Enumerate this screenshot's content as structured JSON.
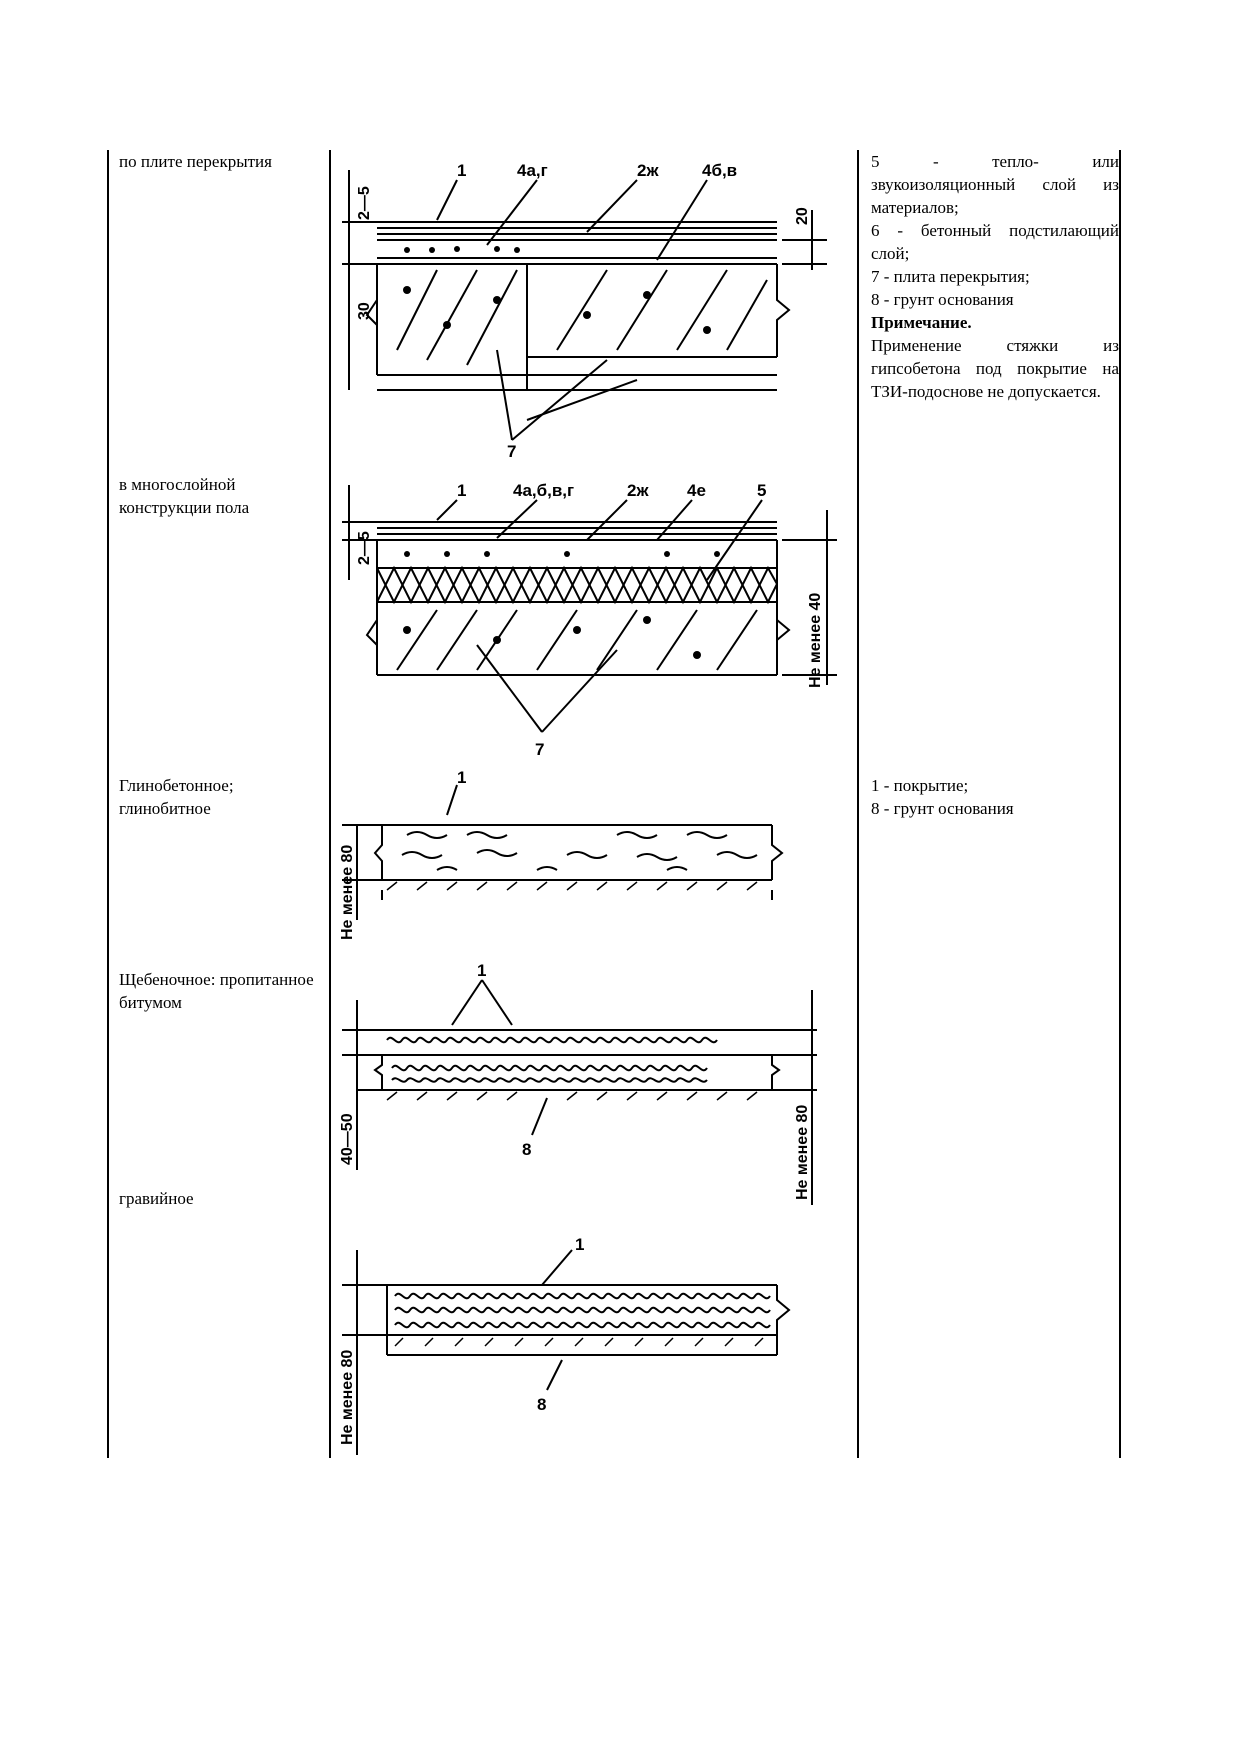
{
  "rows": [
    {
      "label": "по плите перекрытия",
      "description_lines": [
        "5 - тепло- или звукоизоляционный слой из материалов;",
        "6 - бетонный подстилающий слой;",
        "7 - плита перекрытия;",
        "8 - грунт основания"
      ],
      "note_title": "Примечание.",
      "note_text": "Применение стяжки из гипсобетона под покрытие на ТЗИ-подоснове не допускается.",
      "drawing": {
        "labels": [
          "1",
          "4а,г",
          "2ж",
          "4б,в",
          "7"
        ],
        "dims": [
          "2—5",
          "30",
          "20"
        ]
      }
    },
    {
      "label": "в многослойной конструкции пола",
      "drawing": {
        "labels": [
          "1",
          "4а,б,в,г",
          "2ж",
          "4е",
          "5",
          "7"
        ],
        "dims": [
          "2—5",
          "Не менее 40"
        ]
      }
    },
    {
      "label": "Глинобетонное; глинобитное",
      "description_lines": [
        "1 - покрытие;",
        "8 - грунт основания"
      ],
      "drawing": {
        "labels": [
          "1"
        ],
        "dims": [
          "Не менее 80"
        ]
      }
    },
    {
      "label": "Щебеночное: пропитанное битумом",
      "drawing": {
        "labels": [
          "1",
          "8"
        ],
        "dims": [
          "40—50",
          "Не менее 80"
        ]
      }
    },
    {
      "label": "гравийное",
      "drawing": {
        "labels": [
          "1",
          "8"
        ],
        "dims": [
          "Не менее 80"
        ]
      }
    }
  ]
}
